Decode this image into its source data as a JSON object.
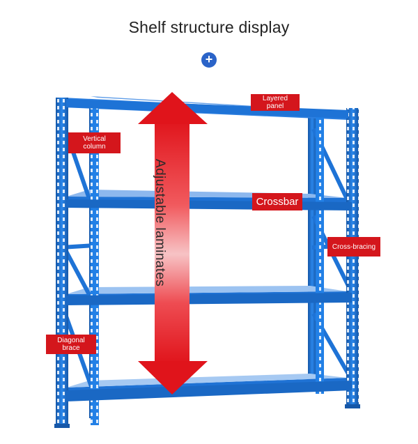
{
  "header": {
    "title": "Shelf structure display",
    "plus_symbol": "+"
  },
  "annotations": {
    "layered_panel": "Layered panel",
    "vertical_column": "Vertical column",
    "crossbar": "Crossbar",
    "cross_bracing": "Cross-bracing",
    "diagonal_brace": "Diagonal brace",
    "adjustable": "Adjustable laminates"
  },
  "colors": {
    "rack_blue": "#1e73d6",
    "rack_dark": "#1557a8",
    "label_red": "#d4161c",
    "arrow_red": "#e0141b",
    "plus_blue": "#2a63c8"
  },
  "icons": {
    "plus": "plus-circle-icon",
    "arrow": "double-headed-vertical-arrow"
  }
}
